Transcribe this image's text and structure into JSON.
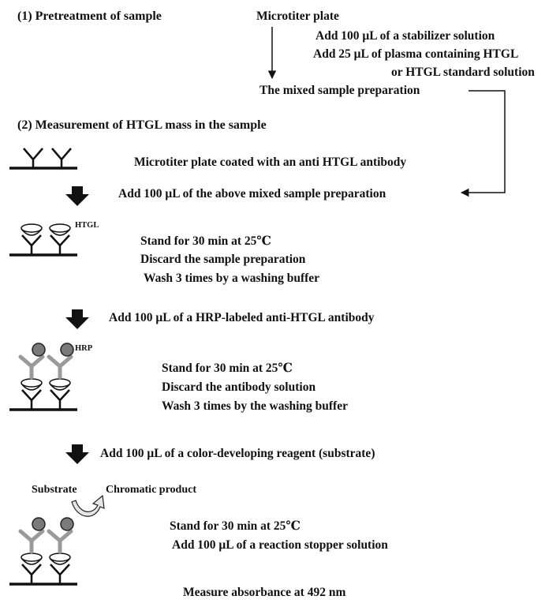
{
  "section1": {
    "heading": "(1) Pretreatment of sample",
    "plate": "Microtiter plate",
    "add_stabilizer": "Add 100 μL of a stabilizer solution",
    "add_plasma": "Add 25 μL of plasma containing HTGL",
    "or_standard": "or HTGL standard solution",
    "mixed_prep": "The mixed sample preparation"
  },
  "section2": {
    "heading": "(2) Measurement of HTGL mass in the sample",
    "coated_plate": "Microtiter plate coated with an anti HTGL antibody",
    "step1": {
      "add": "Add 100 μL of the above mixed sample preparation",
      "label": "HTGL",
      "lines": [
        "Stand for 30 min at 25℃",
        "Discard the sample preparation",
        "Wash 3 times by a washing buffer"
      ]
    },
    "step2": {
      "add": "Add 100 μL of a HRP-labeled anti-HTGL antibody",
      "label": "HRP",
      "lines": [
        "Stand for 30 min at 25℃",
        "Discard the antibody solution",
        "Wash 3 times by the washing buffer"
      ]
    },
    "step3": {
      "add": "Add 100 μL of a color-developing reagent (substrate)",
      "substrate": "Substrate",
      "product": "Chromatic product",
      "lines": [
        "Stand for 30 min at 25℃",
        "Add 100 μL of a reaction stopper solution"
      ]
    },
    "final": "Measure absorbance at 492 nm"
  }
}
